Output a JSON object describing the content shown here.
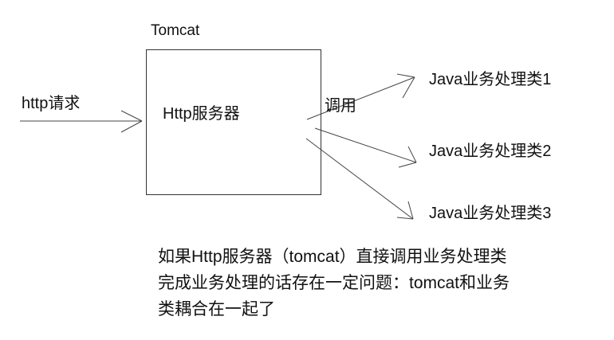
{
  "container_label": "Tomcat",
  "request_label": "http请求",
  "server_label": "Http服务器",
  "call_label": "调用",
  "handlers": [
    "Java业务处理类1",
    "Java业务处理类2",
    "Java业务处理类3"
  ],
  "note_lines": [
    "如果Http服务器（tomcat）直接调用业务处理类",
    "完成业务处理的话存在一定问题：tomcat和业务",
    "类耦合在一起了"
  ]
}
